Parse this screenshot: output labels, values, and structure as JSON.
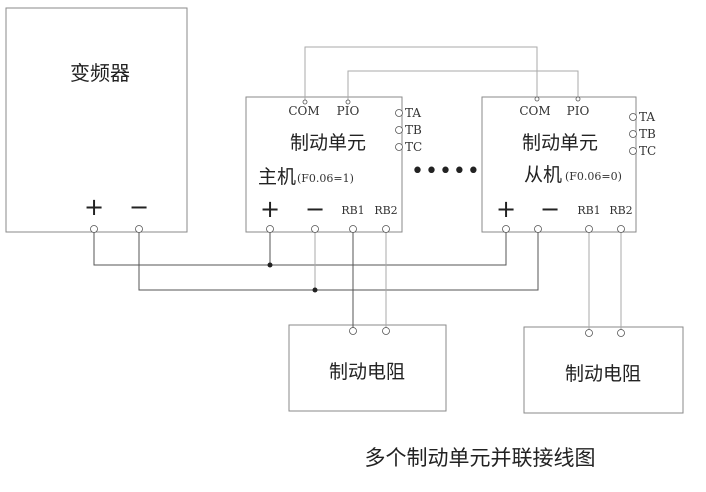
{
  "inverter": {
    "label": "变频器",
    "plus": "+",
    "minus": "−"
  },
  "master": {
    "com": "COM",
    "pio": "PIO",
    "title": "制动单元",
    "role": "主机",
    "param": "(F0.06=1)",
    "ta": "TA",
    "tb": "TB",
    "tc": "TC",
    "plus": "+",
    "minus": "−",
    "rb1": "RB1",
    "rb2": "RB2"
  },
  "ellipsis": "••••••",
  "slave": {
    "com": "COM",
    "pio": "PIO",
    "title": "制动单元",
    "role": "从机",
    "param": "(F0.06=0)",
    "ta": "TA",
    "tb": "TB",
    "tc": "TC",
    "plus": "+",
    "minus": "−",
    "rb1": "RB1",
    "rb2": "RB2"
  },
  "resistor1": {
    "label": "制动电阻"
  },
  "resistor2": {
    "label": "制动电阻"
  },
  "caption": "多个制动单元并联接线图"
}
